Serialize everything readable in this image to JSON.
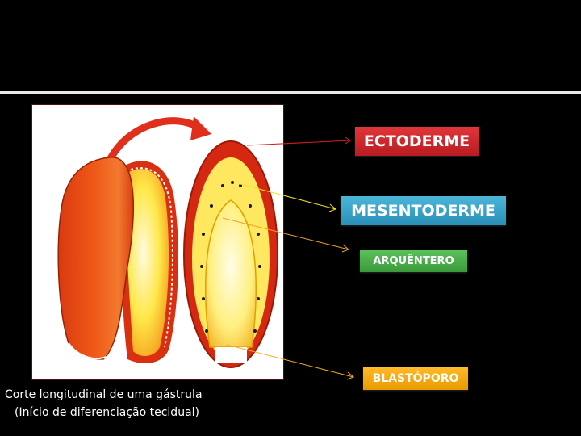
{
  "slide": {
    "title": "",
    "divider_color": "#e8e8e8",
    "background_color": "#000000"
  },
  "figure": {
    "description": "Gastrula longitudinal section illustration",
    "icons": [
      "gastrula-exterior",
      "gastrula-half-section",
      "gastrula-cross-section",
      "curved-arrow-icon"
    ]
  },
  "labels": {
    "ectoderme": {
      "text": "ECTODERME",
      "color": "#c8262a"
    },
    "mesentoderme": {
      "text": "MESENTODERME",
      "color": "#38a3c8"
    },
    "arquentero": {
      "text": "ARQUÊNTERO",
      "color": "#4aad4a"
    },
    "blastoporo": {
      "text": "BLASTÓPORO",
      "color": "#f2a80f"
    }
  },
  "pointers": {
    "ectoderme_color": "#d42020",
    "mesentoderme_color": "#f2e020",
    "arquentero_color": "#f0a020",
    "blastoporo_color": "#f0b020"
  },
  "caption": {
    "line1": "Corte longitudinal de uma gástrula",
    "line2": "(Início de diferenciação tecidual)"
  }
}
